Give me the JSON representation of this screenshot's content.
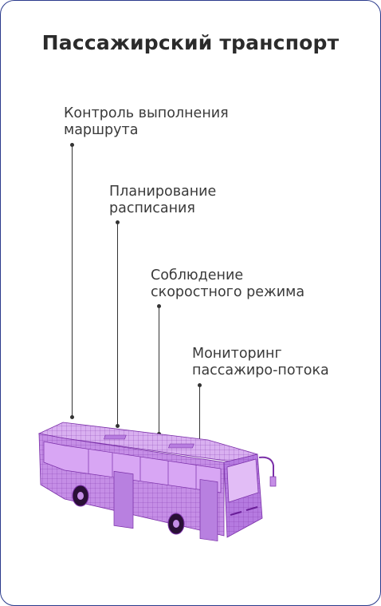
{
  "title": "Пассажирский транспорт",
  "callouts": [
    {
      "line1": "Контроль выполнения",
      "line2": "маршрута"
    },
    {
      "line1": "Планирование",
      "line2": "расписания"
    },
    {
      "line1": "Соблюдение",
      "line2": "скоростного режима"
    },
    {
      "line1": "Мониторинг",
      "line2": "пассажиро-потока"
    }
  ],
  "colors": {
    "border": "#2a3a8c",
    "title": "#2b2b2b",
    "text": "#3a3a3a",
    "bus_fill": "#c58ee6",
    "bus_wire": "#7a2fa8"
  },
  "illustration": "bus-wireframe"
}
